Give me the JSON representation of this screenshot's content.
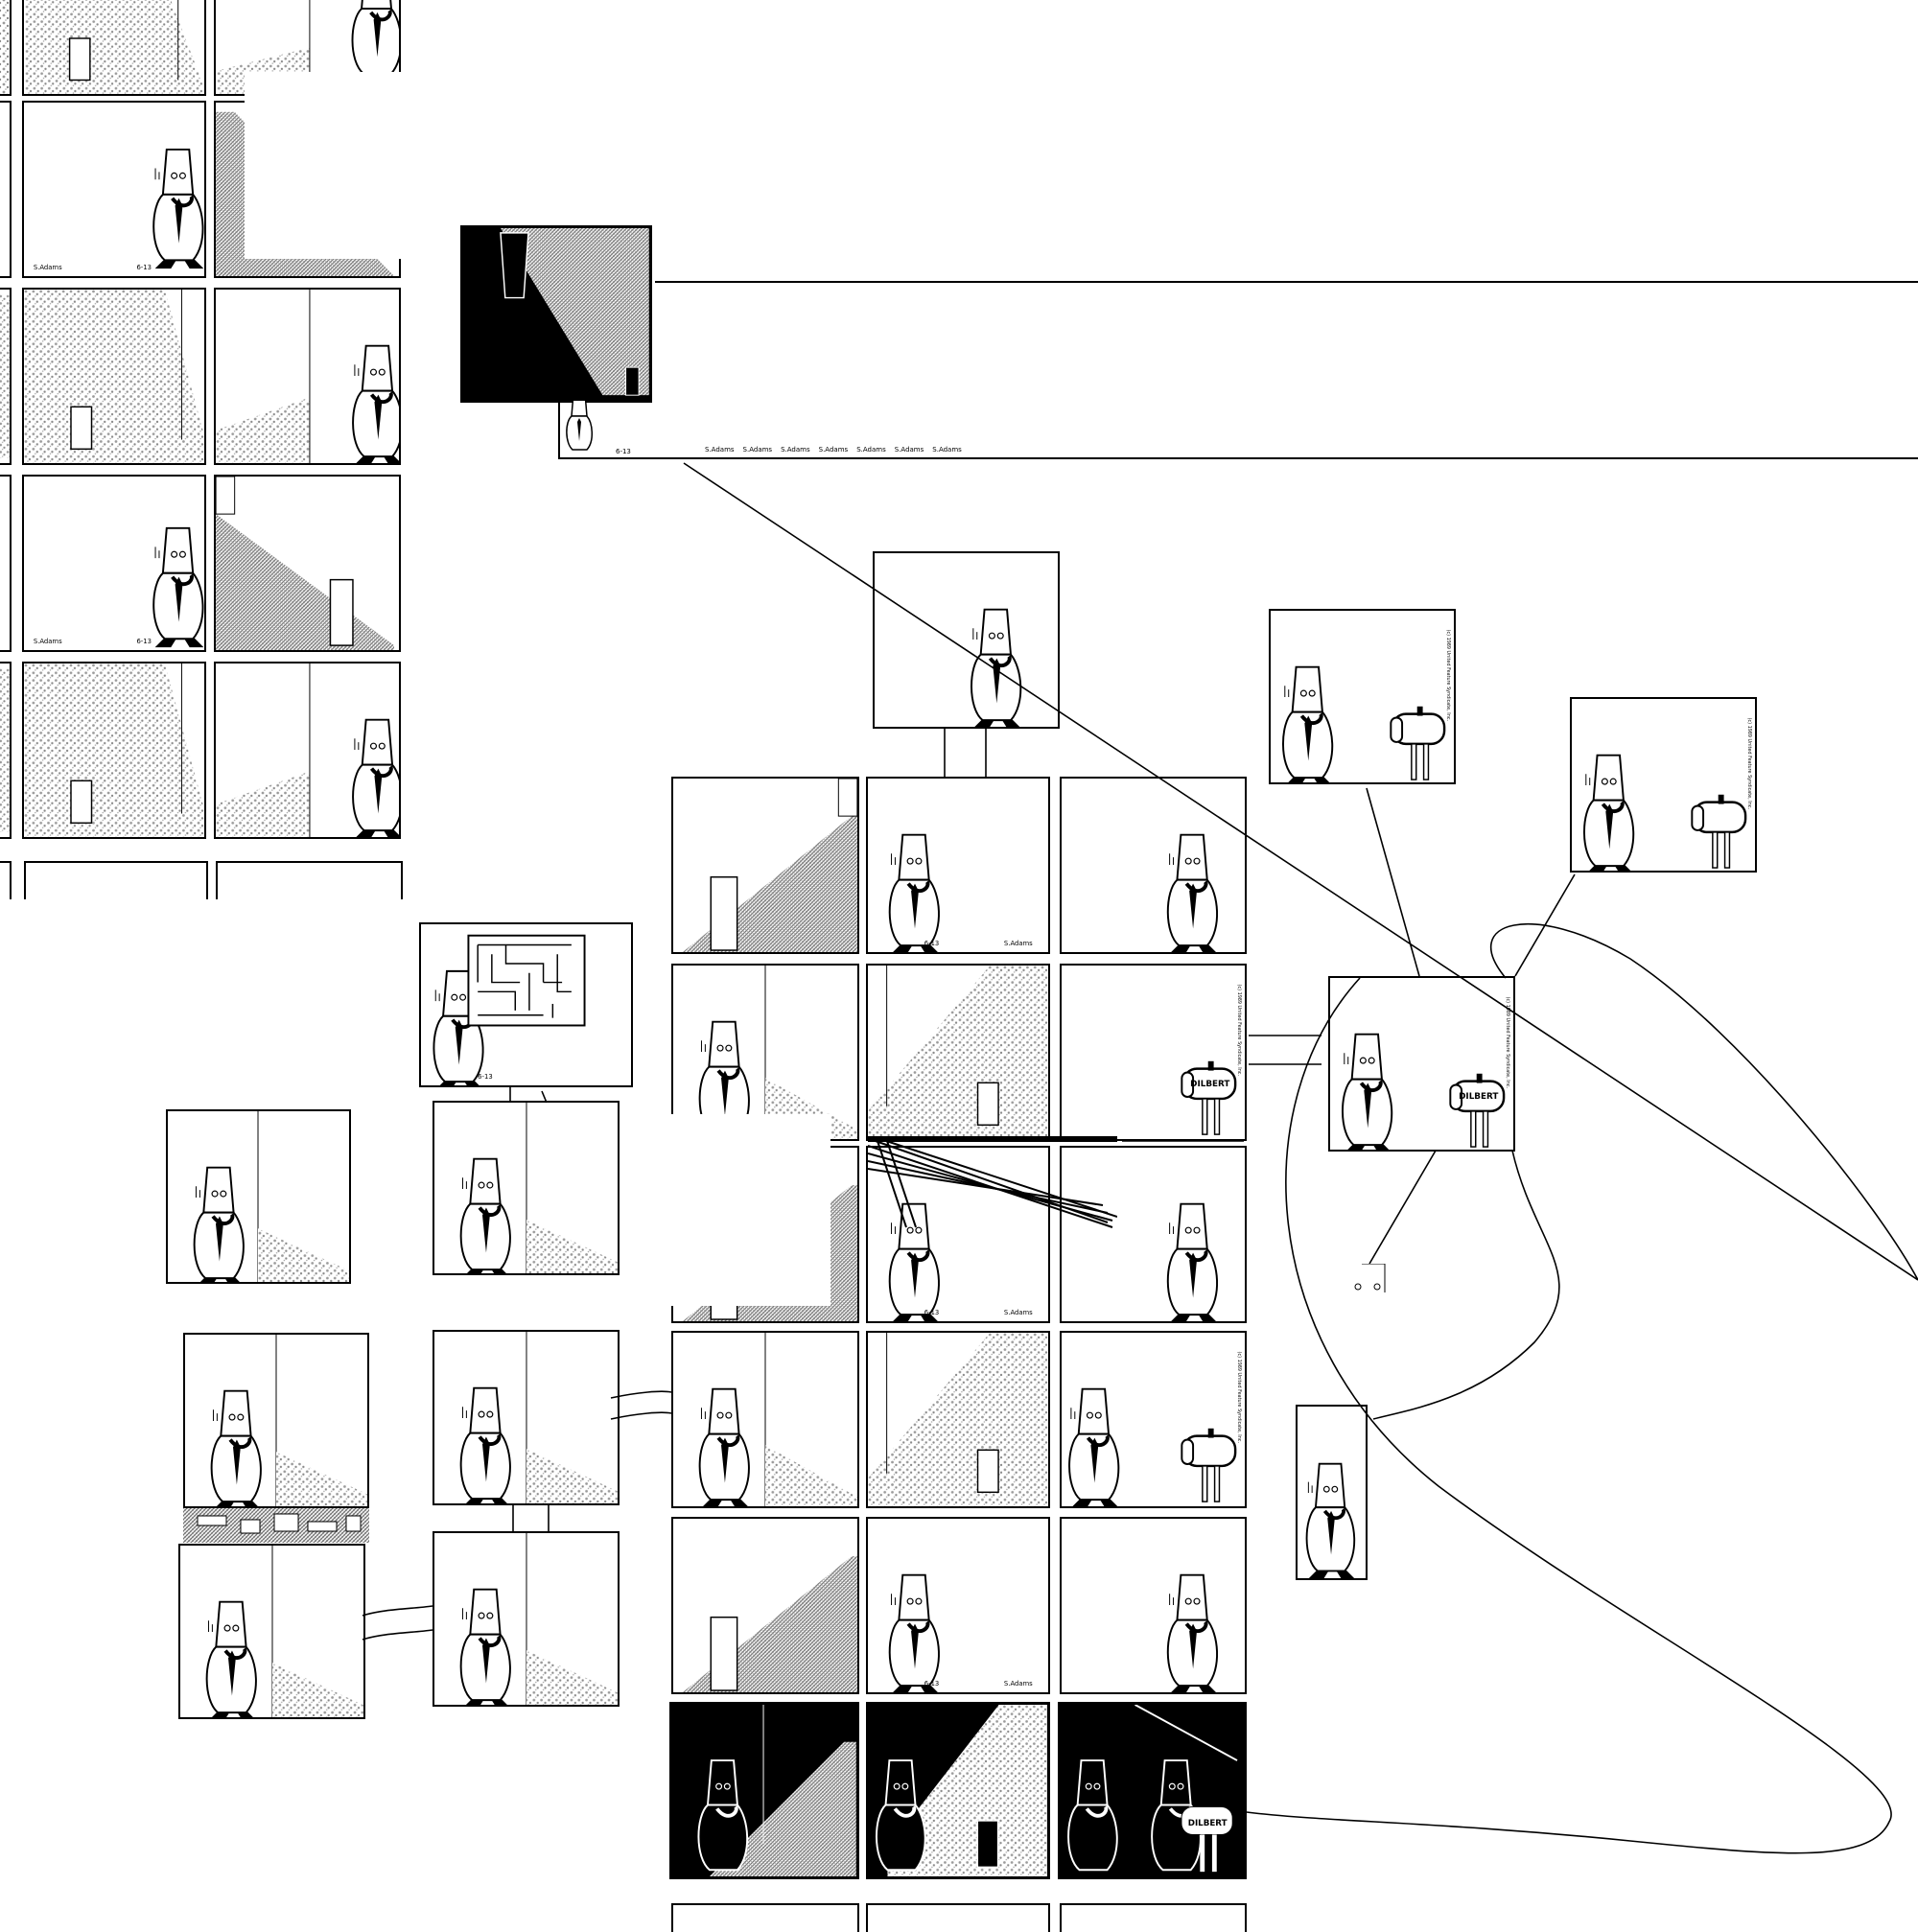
{
  "artist_signature": "S.Adams",
  "panel_date": "6-13",
  "copyright_note": "(c) 1989 United Feature Syndicate, Inc.",
  "mailbox_label": "DILBERT",
  "colors": {
    "ink": "#000000",
    "paper": "#ffffff",
    "stipple": "#9a9a9a",
    "crosshatch": "#6f6f6f"
  },
  "panel_motifs": [
    "dilbert-walking",
    "hallway-door",
    "dark-shadow",
    "mailbox",
    "maze",
    "fence"
  ]
}
